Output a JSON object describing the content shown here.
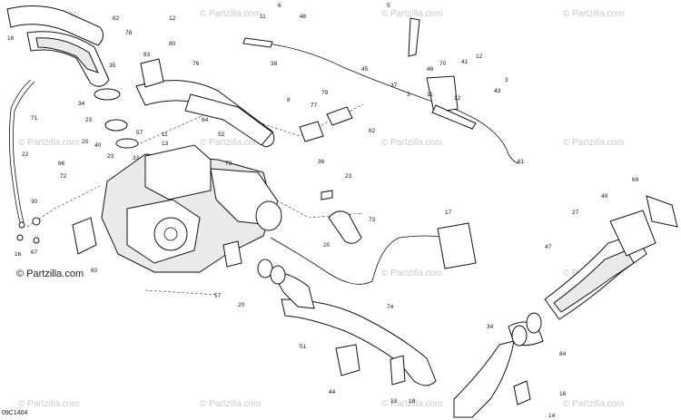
{
  "watermark": {
    "text": "© Partzilla.com",
    "logo_text": "© Partzilla.com"
  },
  "diagram_code": "09C1404",
  "callouts": [
    "82",
    "16",
    "35",
    "34",
    "23",
    "20",
    "40",
    "22",
    "71",
    "30",
    "67",
    "16",
    "60",
    "12",
    "80",
    "78",
    "83",
    "76",
    "64",
    "52",
    "57",
    "33",
    "11",
    "13",
    "66",
    "72",
    "73",
    "23",
    "11",
    "6",
    "48",
    "38",
    "5",
    "45",
    "37",
    "46",
    "70",
    "41",
    "12",
    "43",
    "3",
    "3",
    "11",
    "12",
    "62",
    "36",
    "77",
    "79",
    "61",
    "23",
    "20",
    "73",
    "17",
    "8",
    "51",
    "20",
    "57",
    "74",
    "44",
    "18",
    "13",
    "14",
    "16",
    "84",
    "34",
    "49",
    "47",
    "27",
    "69"
  ]
}
